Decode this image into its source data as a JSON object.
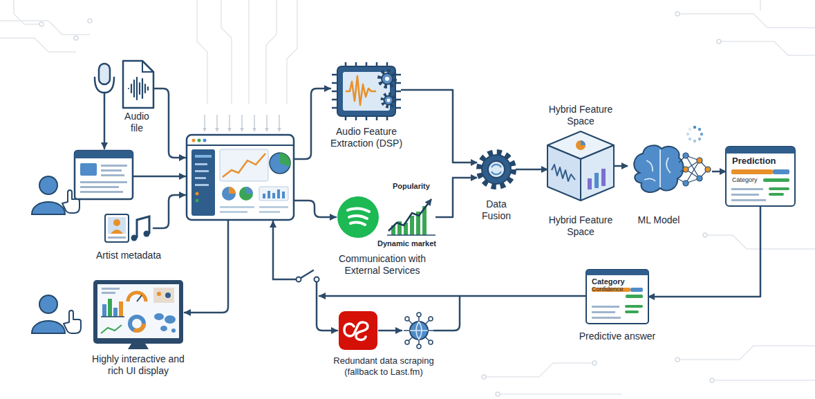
{
  "diagram": {
    "nodes": [
      {
        "text": [
          "Audio file"
        ]
      },
      {
        "text": [
          "Artist metadata"
        ]
      },
      {
        "text": [
          "Highly interactive and rich UI display"
        ]
      },
      {
        "text": [
          "Audio Feature Extraction (DSP)"
        ]
      },
      {
        "text": [
          "Communication with External Services"
        ]
      },
      {
        "text": [
          "Data Fusion"
        ]
      },
      {
        "text": [
          "Hybrid Feature Space",
          "Hybrid Feature Space"
        ]
      },
      {
        "text": [
          "ML Model"
        ]
      },
      {
        "text": [
          "Prediction",
          "Category"
        ]
      },
      {
        "text": [
          "Category",
          "Confidence",
          "Predictive answer"
        ]
      },
      {
        "text": [
          "Redundant data scraping (fallback to Last.fm)"
        ]
      }
    ],
    "edges": [
      {
        "from": 3,
        "to": 5,
        "arrow": "to"
      },
      {
        "from": 4,
        "to": 5,
        "arrow": "to"
      },
      {
        "from": 5,
        "to": 6,
        "arrow": "to"
      },
      {
        "from": 6,
        "to": 7,
        "arrow": "to"
      },
      {
        "from": 7,
        "to": 8,
        "arrow": "to"
      },
      {
        "from": 8,
        "to": 9,
        "arrow": "to"
      }
    ],
    "labels": [
      "Popularity",
      "Dynamic market"
    ]
  }
}
